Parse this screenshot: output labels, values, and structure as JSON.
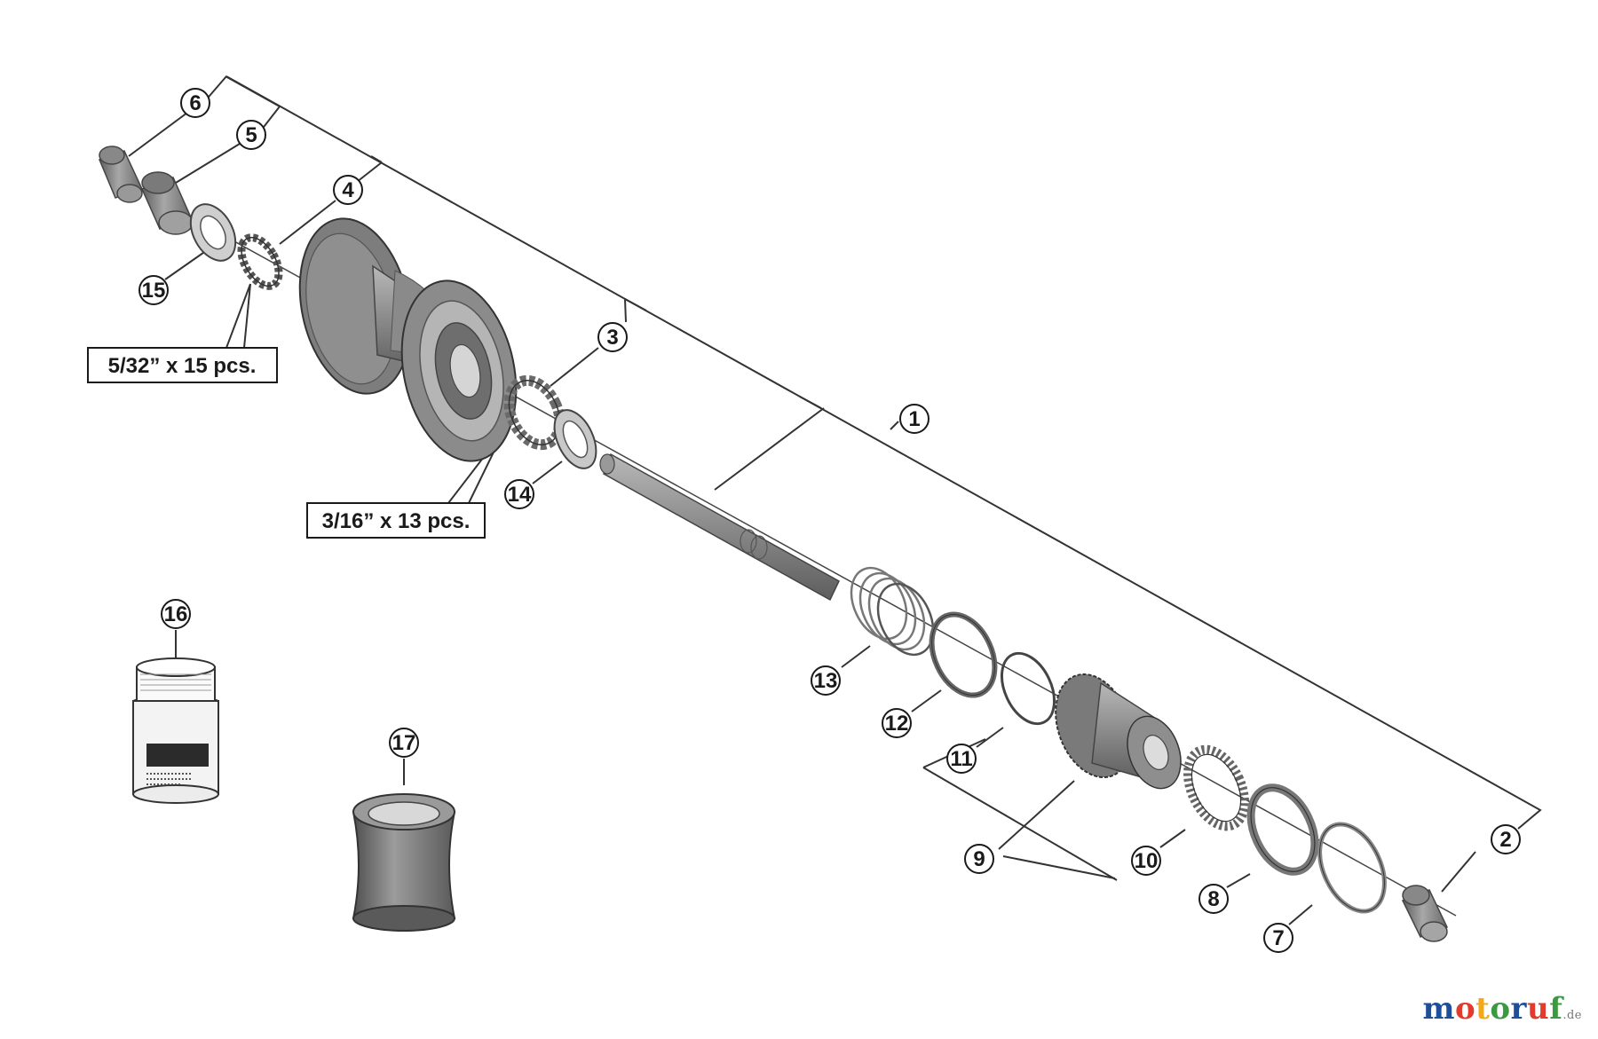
{
  "callouts": {
    "c1": "1",
    "c2": "2",
    "c3": "3",
    "c4": "4",
    "c5": "5",
    "c6": "6",
    "c7": "7",
    "c8": "8",
    "c9": "9",
    "c10": "10",
    "c11": "11",
    "c12": "12",
    "c13": "13",
    "c14": "14",
    "c15": "15",
    "c16": "16",
    "c17": "17"
  },
  "specs": {
    "small_balls": "5/32” x 15 pcs.",
    "large_balls": "3/16” x 13 pcs."
  },
  "watermark": {
    "letters": [
      "m",
      "o",
      "t",
      "o",
      "r",
      "u",
      "f"
    ],
    "letter_colors": [
      "#1f4e9a",
      "#e23b2d",
      "#f2a81d",
      "#3a9a3f",
      "#1f4e9a",
      "#e23b2d",
      "#3a9a3f"
    ],
    "suffix": ".de"
  },
  "colors": {
    "part_dark": "#6b6b6b",
    "part_mid": "#9a9a9a",
    "part_light": "#c4c4c4",
    "line": "#333333"
  }
}
